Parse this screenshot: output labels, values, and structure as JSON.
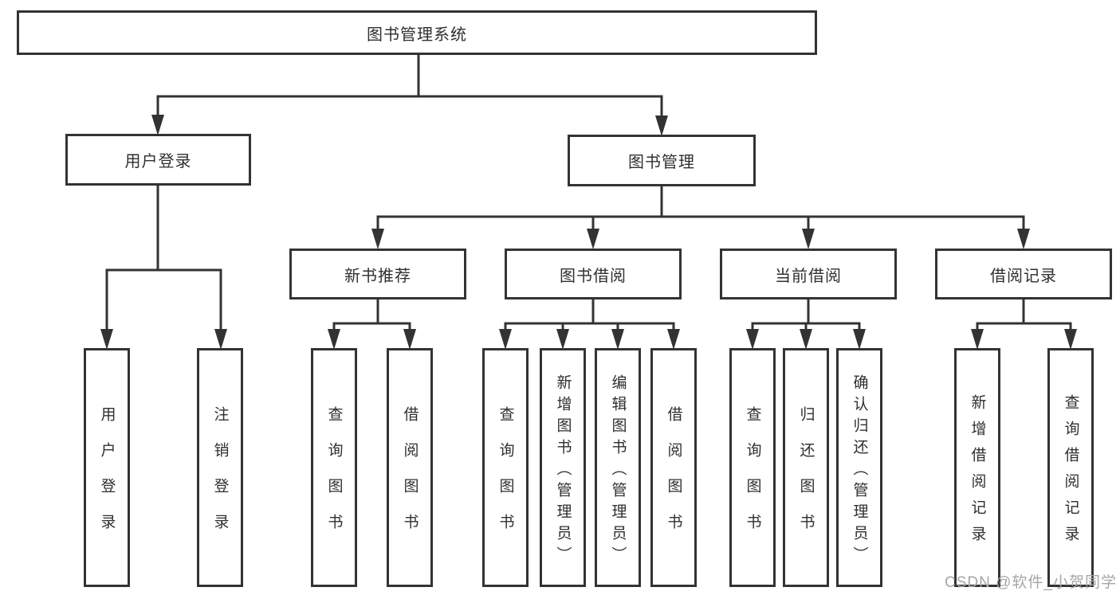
{
  "diagram": {
    "root": {
      "label": "图书管理系统"
    },
    "login": {
      "label": "用户登录",
      "children": [
        {
          "label": "用户登录"
        },
        {
          "label": "注销登录"
        }
      ]
    },
    "management": {
      "label": "图书管理",
      "sections": [
        {
          "label": "新书推荐",
          "children": [
            {
              "label": "查询图书"
            },
            {
              "label": "借阅图书"
            }
          ]
        },
        {
          "label": "图书借阅",
          "children": [
            {
              "label": "查询图书"
            },
            {
              "label": "新增图书（管理员）"
            },
            {
              "label": "编辑图书（管理员）"
            },
            {
              "label": "借阅图书"
            }
          ]
        },
        {
          "label": "当前借阅",
          "children": [
            {
              "label": "查询图书"
            },
            {
              "label": "归还图书"
            },
            {
              "label": "确认归还（管理员）"
            }
          ]
        },
        {
          "label": "借阅记录",
          "children": [
            {
              "label": "新增借阅记录"
            },
            {
              "label": "查询借阅记录"
            }
          ]
        }
      ]
    }
  },
  "watermark": {
    "text": "CSDN @软件_小贺同学"
  },
  "colors": {
    "line": "#333333",
    "box_border": "#333333",
    "box_fill": "#ffffff",
    "text": "#2f2f2f",
    "watermark": "#a6a6a6",
    "background": "#ffffff"
  }
}
